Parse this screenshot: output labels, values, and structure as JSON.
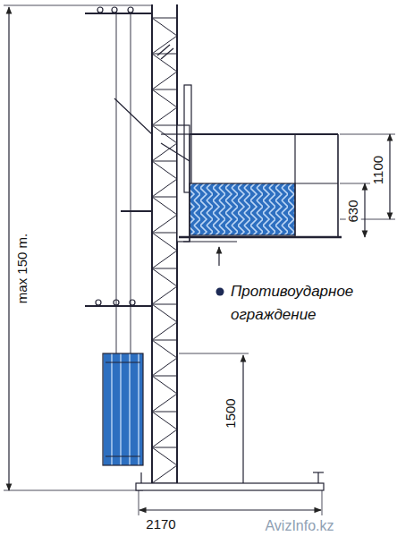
{
  "diagram": {
    "labels": [
      "max 150 m.",
      "1100",
      "630",
      "1500",
      "2170",
      "Противоударное ограждение",
      "AvizInfo.kz"
    ]
  }
}
